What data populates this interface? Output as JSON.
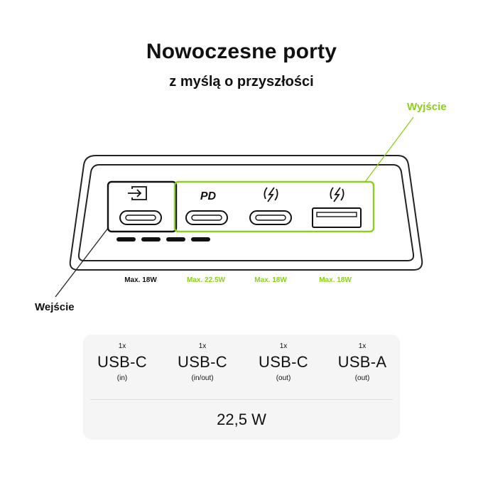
{
  "header": {
    "title": "Nowoczesne porty",
    "subtitle": "z myślą o przyszłości"
  },
  "callouts": {
    "output_label": "Wyjście",
    "input_label": "Wejście"
  },
  "ports": [
    {
      "icon": "input-arrow-icon",
      "badge": "",
      "max": "Max. 18W",
      "max_color": "#111111"
    },
    {
      "icon": "pd-icon",
      "badge": "PD",
      "max": "Max. 22.5W",
      "max_color": "#8ccf1c"
    },
    {
      "icon": "fast-charge-icon",
      "badge": "",
      "max": "Max. 18W",
      "max_color": "#8ccf1c"
    },
    {
      "icon": "fast-charge-icon",
      "badge": "",
      "max": "Max. 18W",
      "max_color": "#8ccf1c"
    }
  ],
  "specs": [
    {
      "count": "1x",
      "type": "USB-C",
      "direction": "(in)"
    },
    {
      "count": "1x",
      "type": "USB-C",
      "direction": "(in/out)"
    },
    {
      "count": "1x",
      "type": "USB-C",
      "direction": "(out)"
    },
    {
      "count": "1x",
      "type": "USB-A",
      "direction": "(out)"
    }
  ],
  "total_power": "22,5 W",
  "colors": {
    "accent_green": "#8ccf1c",
    "outline": "#111111",
    "card_bg": "#f5f5f5"
  }
}
